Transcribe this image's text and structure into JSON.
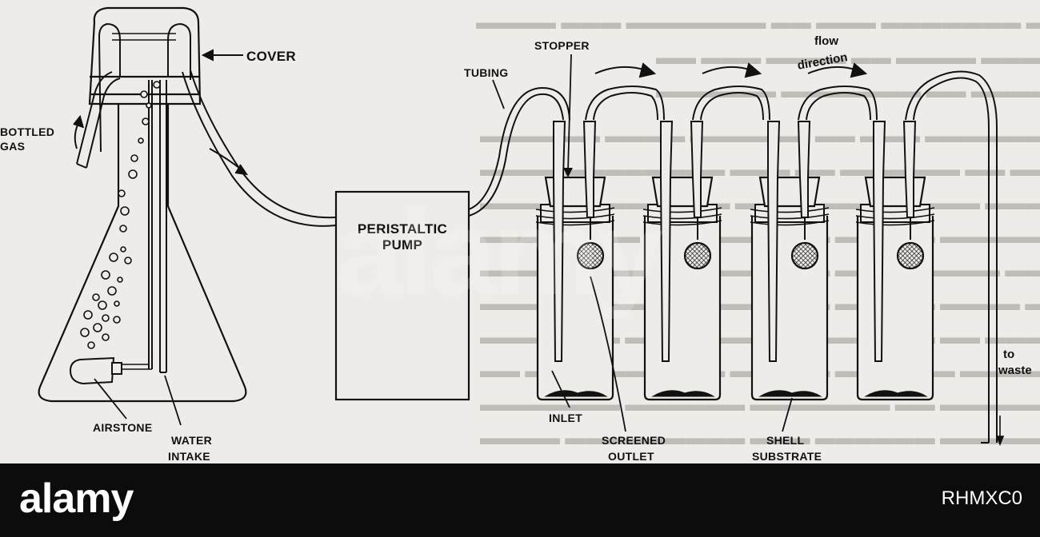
{
  "labels": {
    "cover": "COVER",
    "bottled_gas_1": "BOTTLED",
    "bottled_gas_2": "GAS",
    "airstone": "AIRSTONE",
    "water_intake_1": "WATER",
    "water_intake_2": "INTAKE",
    "pump_1": "PERISTALTIC",
    "pump_2": "PUMP",
    "tubing": "TUBING",
    "stopper": "STOPPER",
    "flow_1": "flow",
    "flow_2": "direction",
    "inlet": "INLET",
    "screened_outlet_1": "SCREENED",
    "screened_outlet_2": "OUTLET",
    "shell_substrate_1": "SHELL",
    "shell_substrate_2": "SUBSTRATE",
    "to_waste_1": "to",
    "to_waste_2": "waste"
  },
  "footer": {
    "brand": "alamy",
    "image_id": "RHMXC0"
  },
  "colors": {
    "ink": "#111111",
    "paper": "#eeece8",
    "footer": "#0c0c0c"
  }
}
